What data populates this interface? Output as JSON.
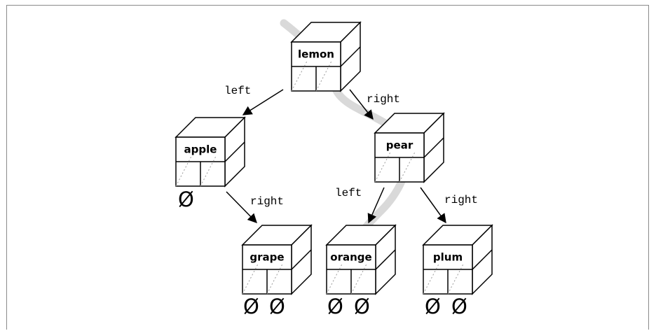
{
  "tree": {
    "nodes": [
      {
        "id": "lemon",
        "label": "lemon"
      },
      {
        "id": "apple",
        "label": "apple"
      },
      {
        "id": "pear",
        "label": "pear"
      },
      {
        "id": "grape",
        "label": "grape"
      },
      {
        "id": "orange",
        "label": "orange"
      },
      {
        "id": "plum",
        "label": "plum"
      }
    ],
    "edges": [
      {
        "from": "lemon",
        "to": "apple",
        "label": "left"
      },
      {
        "from": "lemon",
        "to": "pear",
        "label": "right"
      },
      {
        "from": "apple",
        "to": "grape",
        "label": "right"
      },
      {
        "from": "pear",
        "to": "orange",
        "label": "left"
      },
      {
        "from": "pear",
        "to": "plum",
        "label": "right"
      }
    ],
    "null_symbol": "Ø"
  },
  "colors": {
    "line": "#000000",
    "dash": "#9a9a9a",
    "search_path": "#d9d9d9",
    "frame": "#8a8a8a"
  }
}
